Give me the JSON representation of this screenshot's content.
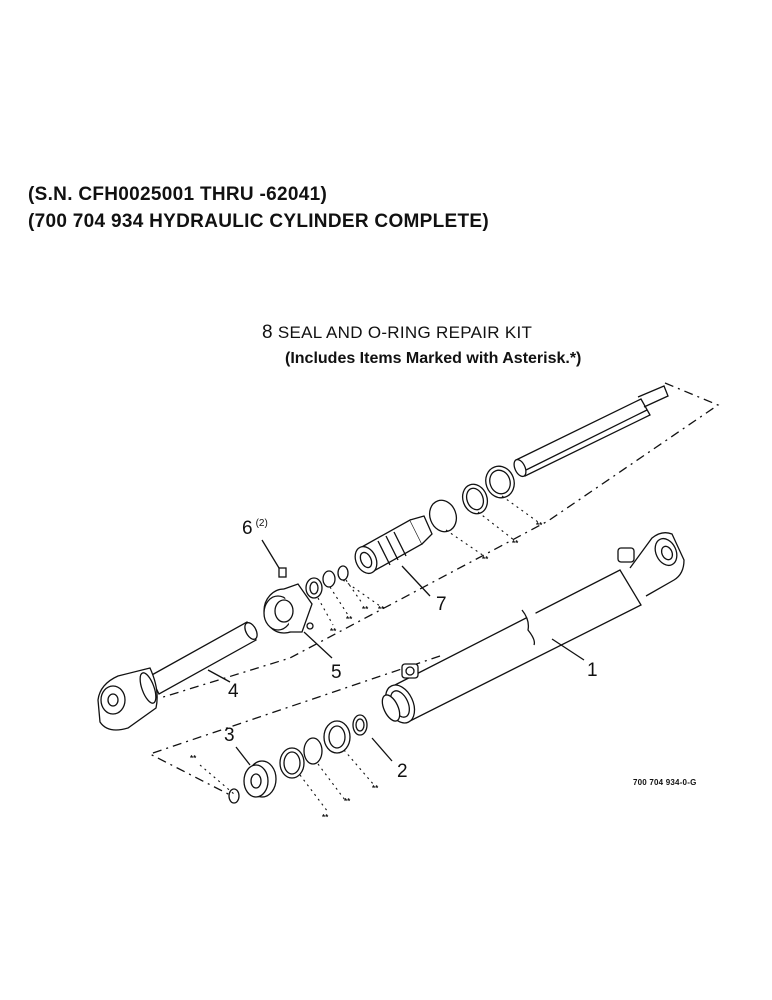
{
  "header": {
    "line1": "(S.N. CFH0025001 THRU -62041)",
    "line2": "(700 704 934 HYDRAULIC CYLINDER COMPLETE)"
  },
  "kit": {
    "number": "8",
    "title": "SEAL AND O-RING REPAIR KIT",
    "note": "(Includes Items Marked with Asterisk.*)"
  },
  "callouts": {
    "c1": "1",
    "c2": "2",
    "c3": "3",
    "c4": "4",
    "c5": "5",
    "c6": "6",
    "c6_qty": "(2)",
    "c7": "7"
  },
  "asterisk_mark": "**",
  "reference_code": "700 704 934-0-G"
}
